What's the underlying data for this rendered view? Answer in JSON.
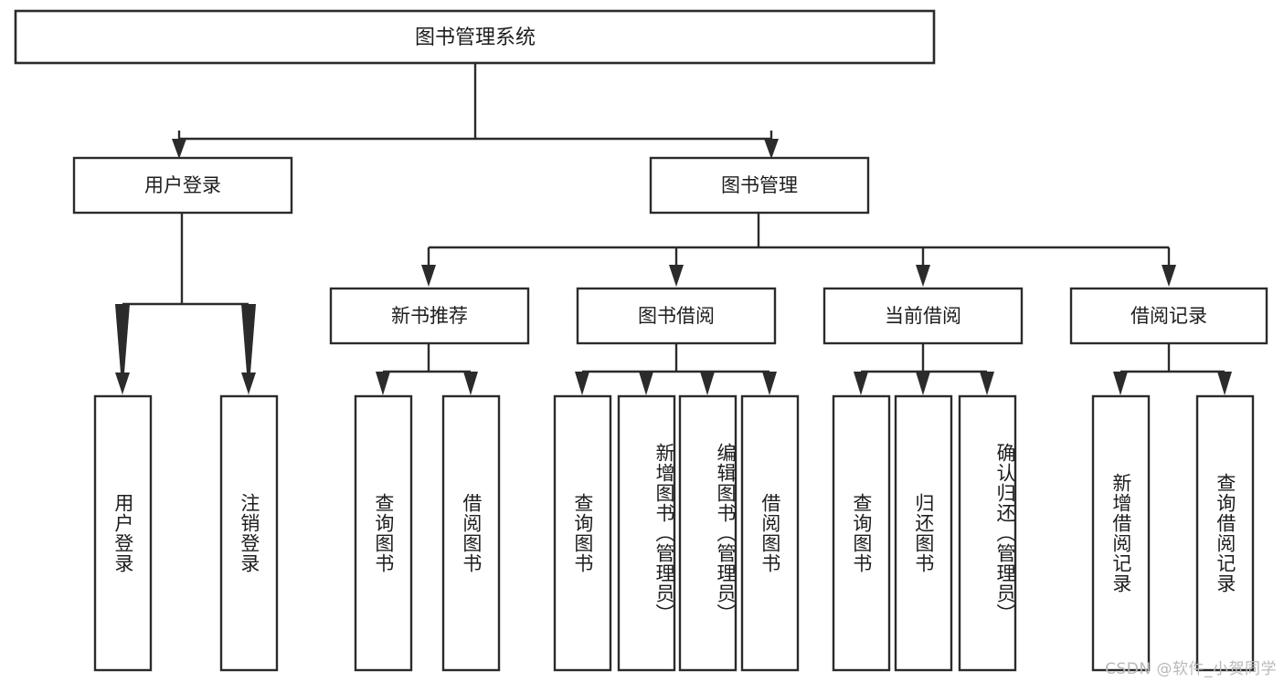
{
  "diagram": {
    "title": "图书管理系统",
    "type": "hierarchy-tree",
    "watermark": "CSDN @软件_小贺同学",
    "colors": {
      "background": "#ffffff",
      "box_fill": "#ffffff",
      "box_stroke": "#2b2b2b",
      "text": "#1d1d1d",
      "watermark": "#b9b9b9"
    },
    "root": {
      "label": "图书管理系统"
    },
    "level2": [
      {
        "label": "用户登录"
      },
      {
        "label": "图书管理"
      }
    ],
    "level3": [
      {
        "label": "新书推荐"
      },
      {
        "label": "图书借阅"
      },
      {
        "label": "当前借阅"
      },
      {
        "label": "借阅记录"
      }
    ],
    "leaves": [
      {
        "label": "用户登录",
        "parent": "用户登录"
      },
      {
        "label": "注销登录",
        "parent": "用户登录"
      },
      {
        "label": "查询图书",
        "parent": "新书推荐"
      },
      {
        "label": "借阅图书",
        "parent": "新书推荐"
      },
      {
        "label": "查询图书",
        "parent": "图书借阅"
      },
      {
        "label": "新增图书（管理员）",
        "parent": "图书借阅"
      },
      {
        "label": "编辑图书（管理员）",
        "parent": "图书借阅"
      },
      {
        "label": "借阅图书",
        "parent": "图书借阅"
      },
      {
        "label": "查询图书",
        "parent": "当前借阅"
      },
      {
        "label": "归还图书",
        "parent": "当前借阅"
      },
      {
        "label": "确认归还（管理员）",
        "parent": "当前借阅"
      },
      {
        "label": "新增借阅记录",
        "parent": "借阅记录"
      },
      {
        "label": "查询借阅记录",
        "parent": "借阅记录"
      }
    ]
  }
}
